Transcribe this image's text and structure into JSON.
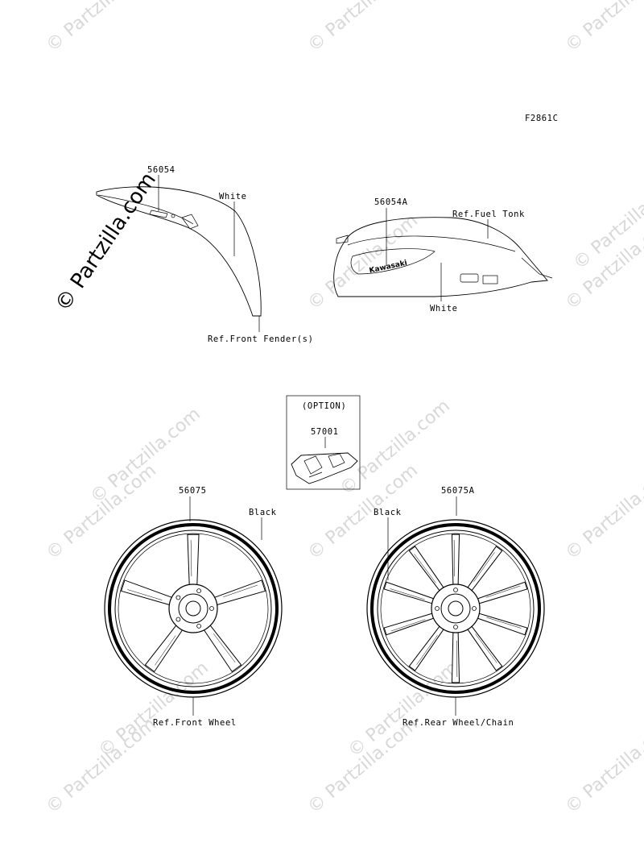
{
  "figure_code": "F2861C",
  "watermark": {
    "text": "© Partzilla.com",
    "brand": "© Partzilla.com"
  },
  "front_fender": {
    "part_number": "56054",
    "color_note": "White",
    "reference": "Ref.Front Fender(s)"
  },
  "fuel_tank": {
    "part_number": "56054A",
    "reference": "Ref.Fuel Tonk",
    "color_note": "White",
    "logo_text": "Kawasaki"
  },
  "option_box": {
    "title": "(OPTION)",
    "part_number": "57001"
  },
  "front_wheel": {
    "part_number": "56075",
    "color_note": "Black",
    "reference": "Ref.Front Wheel"
  },
  "rear_wheel": {
    "part_number": "56075A",
    "color_note": "Black",
    "reference": "Ref.Rear Wheel/Chain"
  }
}
